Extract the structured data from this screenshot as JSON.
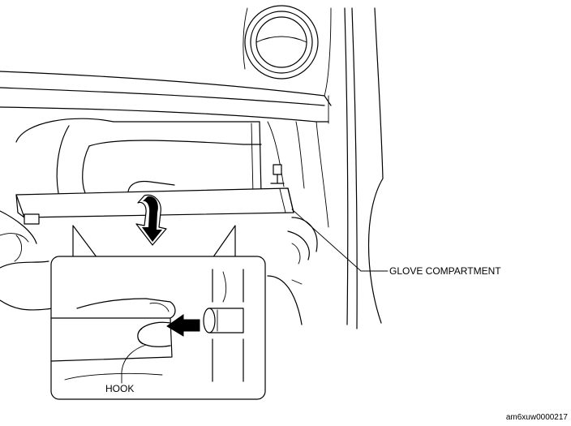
{
  "labels": {
    "glove_compartment": "GLOVE COMPARTMENT",
    "hook": "HOOK"
  },
  "figure_code": "am6xuw0000217",
  "icons": {
    "removal_arrow": "curved-arrow-down-icon",
    "pull_arrow": "arrow-left-icon"
  },
  "colors": {
    "line": "#000000",
    "background": "#ffffff"
  }
}
